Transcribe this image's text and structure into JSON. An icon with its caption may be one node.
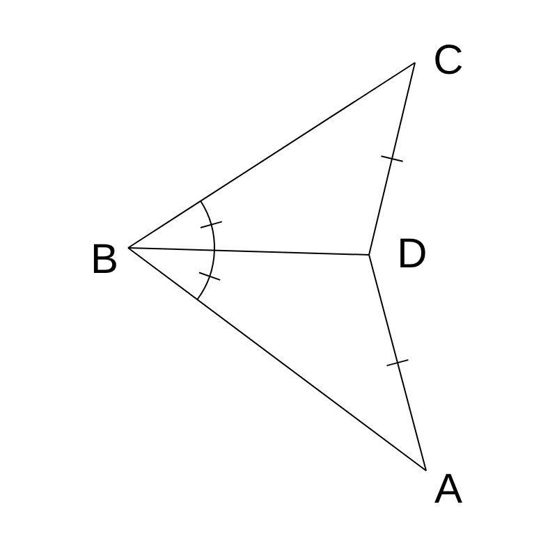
{
  "diagram": {
    "nodes": [
      {
        "text": [
          "C"
        ]
      },
      {
        "text": [
          "B"
        ]
      },
      {
        "text": [
          "D"
        ]
      },
      {
        "text": [
          "A"
        ]
      }
    ],
    "edges": [
      {
        "from": 1,
        "to": 0,
        "arrow": "none"
      },
      {
        "from": 1,
        "to": 2,
        "arrow": "none"
      },
      {
        "from": 1,
        "to": 3,
        "arrow": "none"
      },
      {
        "from": 0,
        "to": 2,
        "arrow": "none"
      },
      {
        "from": 2,
        "to": 3,
        "arrow": "none"
      }
    ]
  }
}
